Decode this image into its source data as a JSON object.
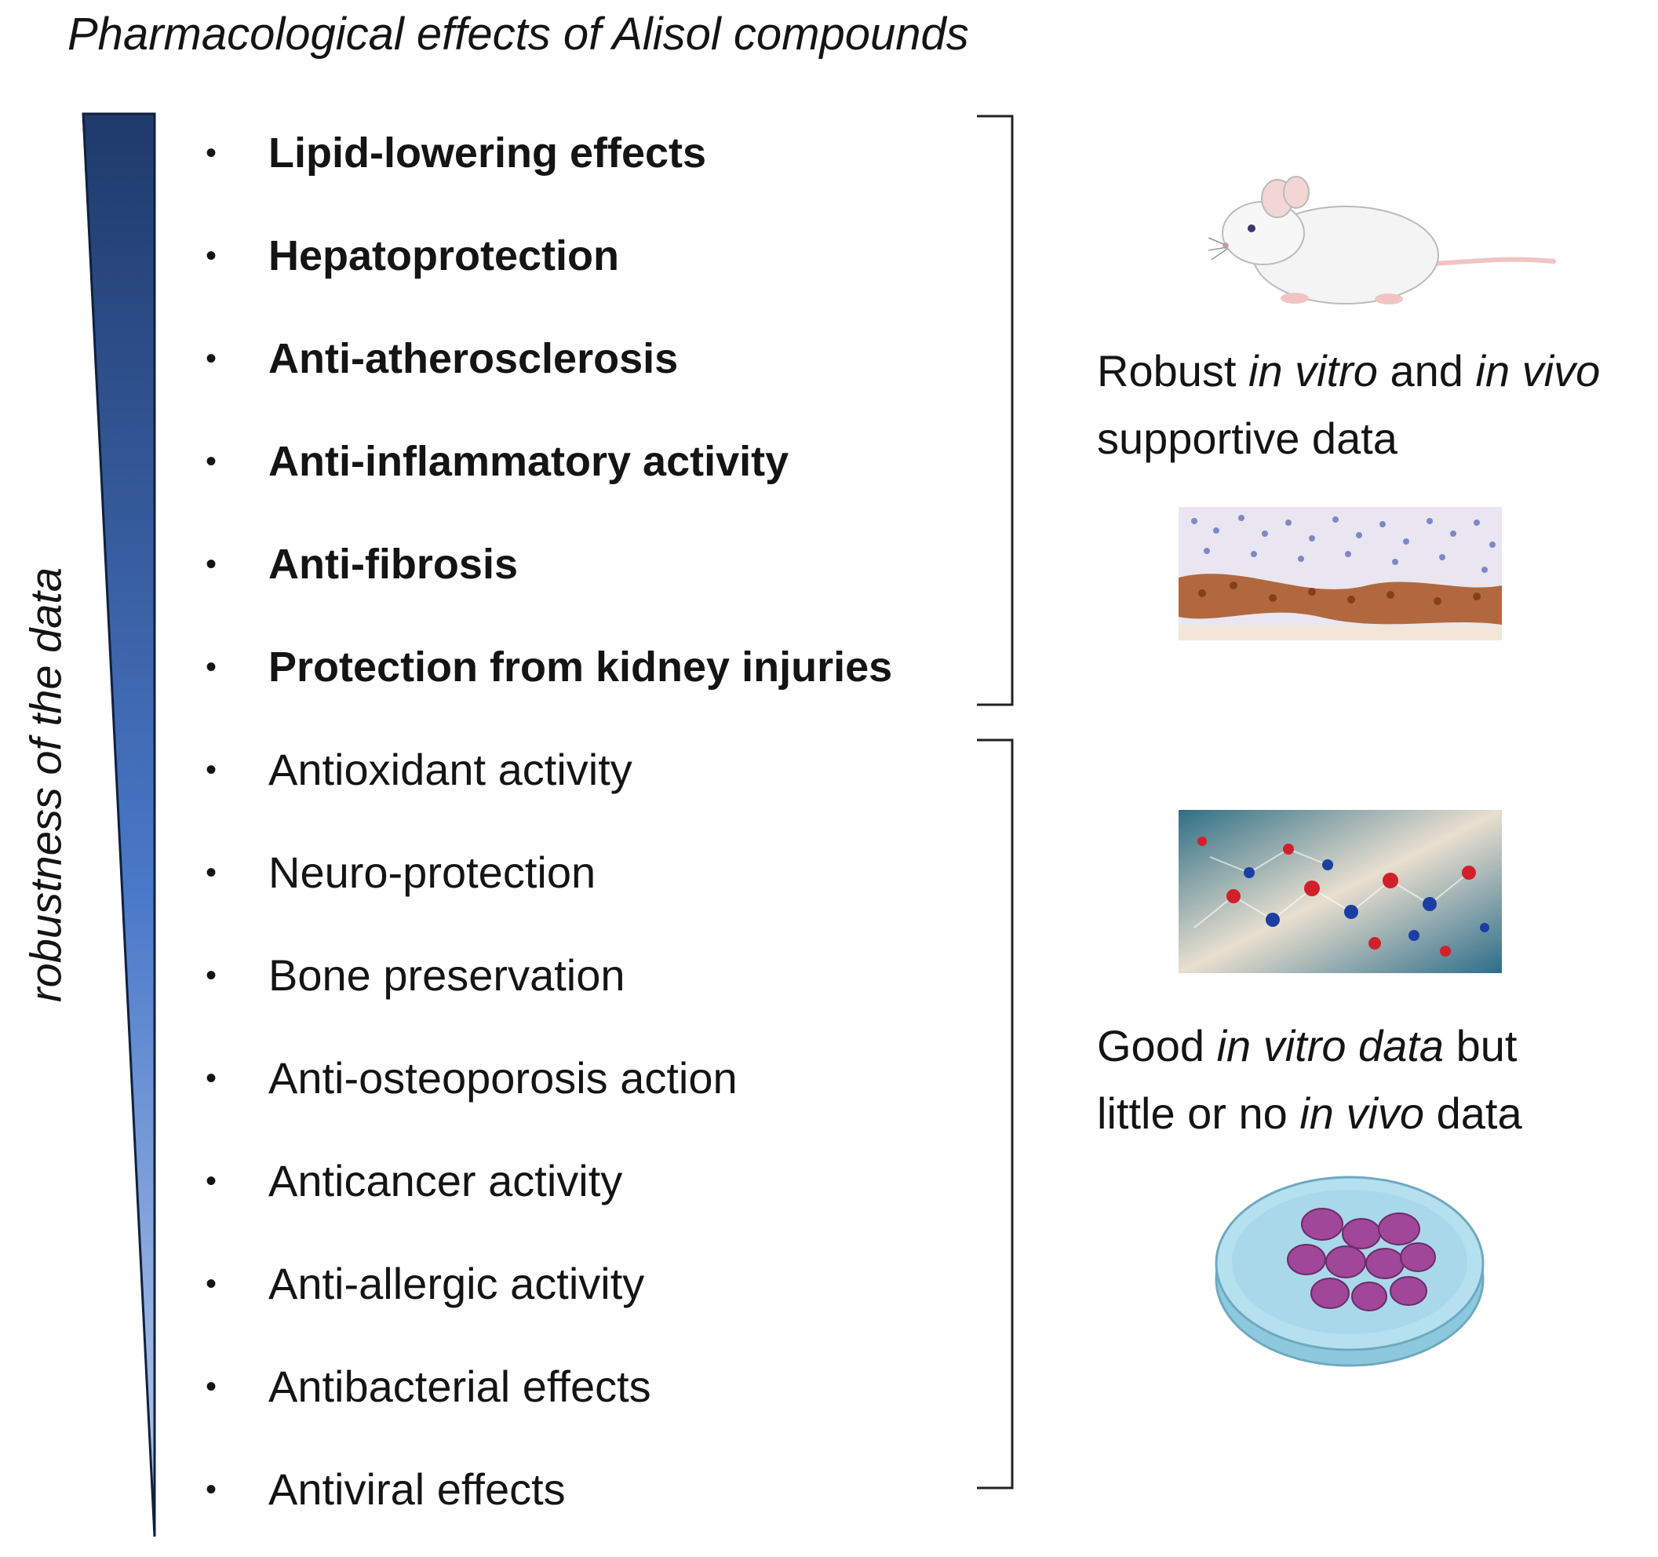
{
  "title": "Pharmacological effects of Alisol compounds",
  "axis_label": "robustness of the data",
  "strong_group": {
    "items": [
      "Lipid-lowering effects",
      "Hepatoprotection",
      "Anti-atherosclerosis",
      "Anti-inflammatory activity",
      "Anti-fibrosis",
      "Protection from kidney injuries"
    ]
  },
  "weak_group": {
    "items": [
      "Antioxidant activity",
      "Neuro-protection",
      "Bone preservation",
      "Anti-osteoporosis action",
      "Anticancer activity",
      "Anti-allergic activity",
      "Antibacterial effects",
      "Antiviral effects"
    ]
  },
  "bullet": "•",
  "notes": {
    "strong": {
      "line1": [
        "Robust ",
        "in vitro",
        " and ",
        "in vivo"
      ],
      "line2": "supportive data"
    },
    "weak": {
      "line1": [
        "Good ",
        "in vitro data",
        " but"
      ],
      "line2": [
        "little or no ",
        "in vivo",
        " data"
      ]
    }
  },
  "icons": {
    "strong": [
      "mouse-illustration",
      "stained-tissue-image"
    ],
    "weak": [
      "molecule-image",
      "petri-dish-cells-illustration"
    ]
  },
  "colors": {
    "wedge_top": "#1f3a6b",
    "wedge_mid": "#4a79c9",
    "wedge_bottom": "#b9cdee",
    "bracket": "#222222",
    "cell_fill": "#a0479a",
    "dish_fill": "#a9d8ea"
  }
}
